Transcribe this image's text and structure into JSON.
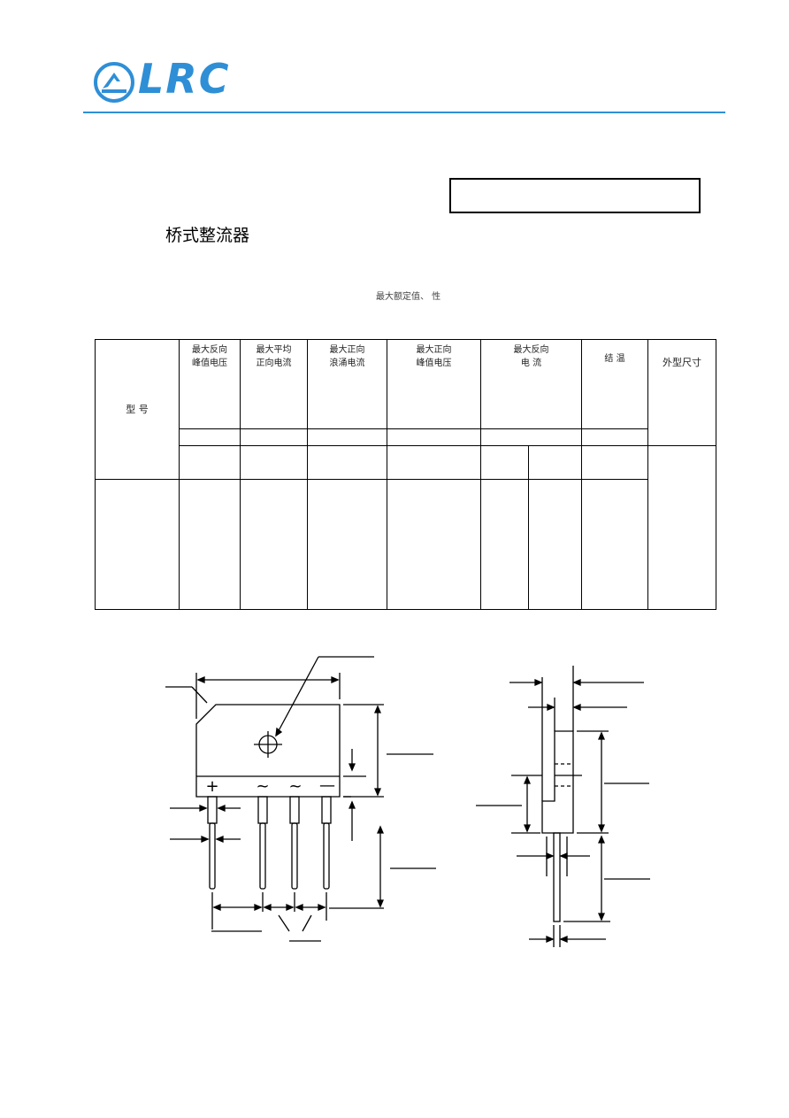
{
  "header": {
    "logo_text": "LRC",
    "brand_color": "#2e8fd6"
  },
  "title": "桥式整流器",
  "caption": "最大额定值、   性",
  "table": {
    "model_header": "型  号",
    "columns": [
      {
        "line1": "最大反向",
        "line2": "峰值电压"
      },
      {
        "line1": "最大平均",
        "line2": "正向电流"
      },
      {
        "line1": "最大正向",
        "line2": "浪涌电流"
      },
      {
        "line1": "最大正向",
        "line2": "峰值电压"
      },
      {
        "line1": "最大反向",
        "line2": "电    流"
      },
      {
        "line1": "结    温",
        "line2": ""
      }
    ],
    "size_header": "外型尺寸"
  },
  "drawing": {
    "pin_symbols": [
      "+",
      "~",
      "~",
      "—"
    ],
    "icon": "bridge-rectifier-outline-drawing"
  }
}
